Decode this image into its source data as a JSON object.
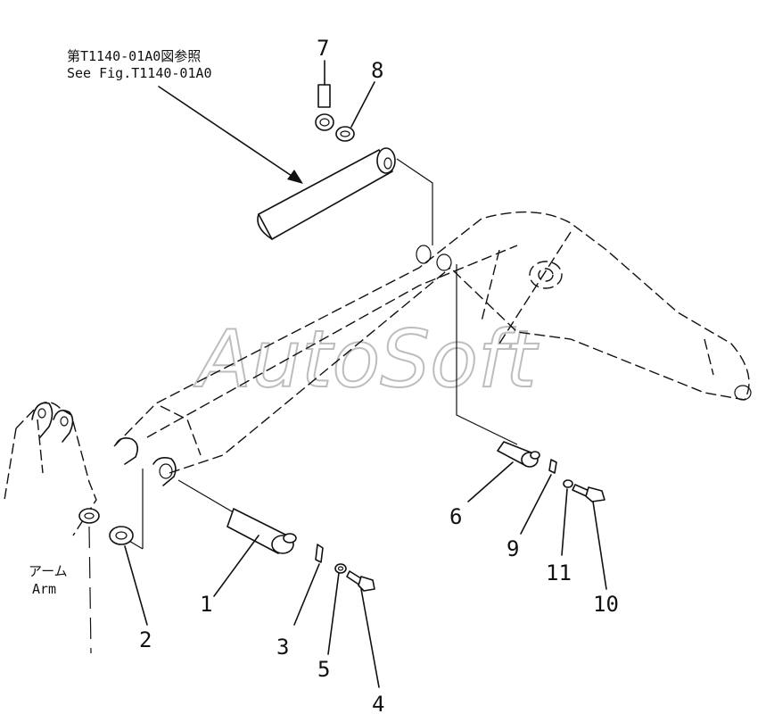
{
  "reference": {
    "line_ja": "第T1140-01A0図参照",
    "line_en": "See Fig.T1140-01A0"
  },
  "watermark": "AutoSoft",
  "arm_label": {
    "ja": "アーム",
    "en": "Arm"
  },
  "callouts": [
    {
      "number": "1"
    },
    {
      "number": "2"
    },
    {
      "number": "3"
    },
    {
      "number": "4"
    },
    {
      "number": "5"
    },
    {
      "number": "6"
    },
    {
      "number": "7"
    },
    {
      "number": "8"
    },
    {
      "number": "9"
    },
    {
      "number": "10"
    },
    {
      "number": "11"
    }
  ]
}
